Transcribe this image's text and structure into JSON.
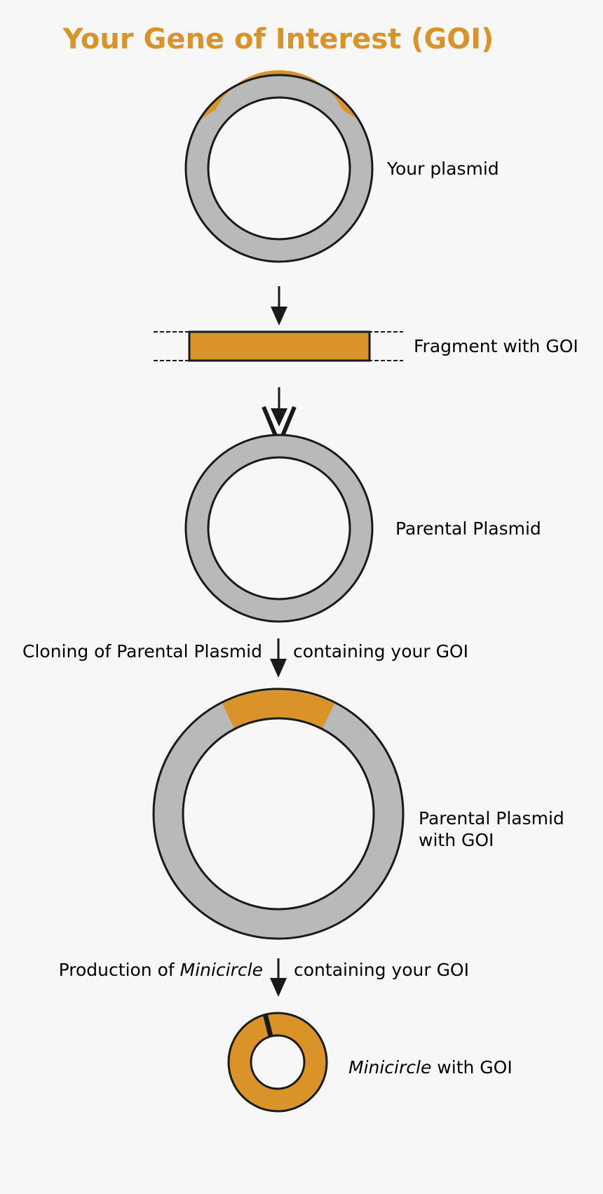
{
  "title": "Your Gene of Interest (GOI)",
  "steps": {
    "your_plasmid": "Your plasmid",
    "fragment": "Fragment with GOI",
    "parental_plasmid": "Parental Plasmid",
    "cloning_left": "Cloning of Parental Plasmid",
    "cloning_right": "containing your GOI",
    "parental_with_goi_line1": "Parental Plasmid",
    "parental_with_goi_line2": "with GOI",
    "production_left": "Production of ",
    "production_left_italic": "Minicircle",
    "production_right": "containing your GOI",
    "minicircle_italic": "Minicircle",
    "minicircle_rest": " with GOI"
  },
  "colors": {
    "goi": "#d99328",
    "backbone": "#b8b9b8",
    "stroke": "#1a1a1a",
    "background": "#f7f7f7"
  }
}
